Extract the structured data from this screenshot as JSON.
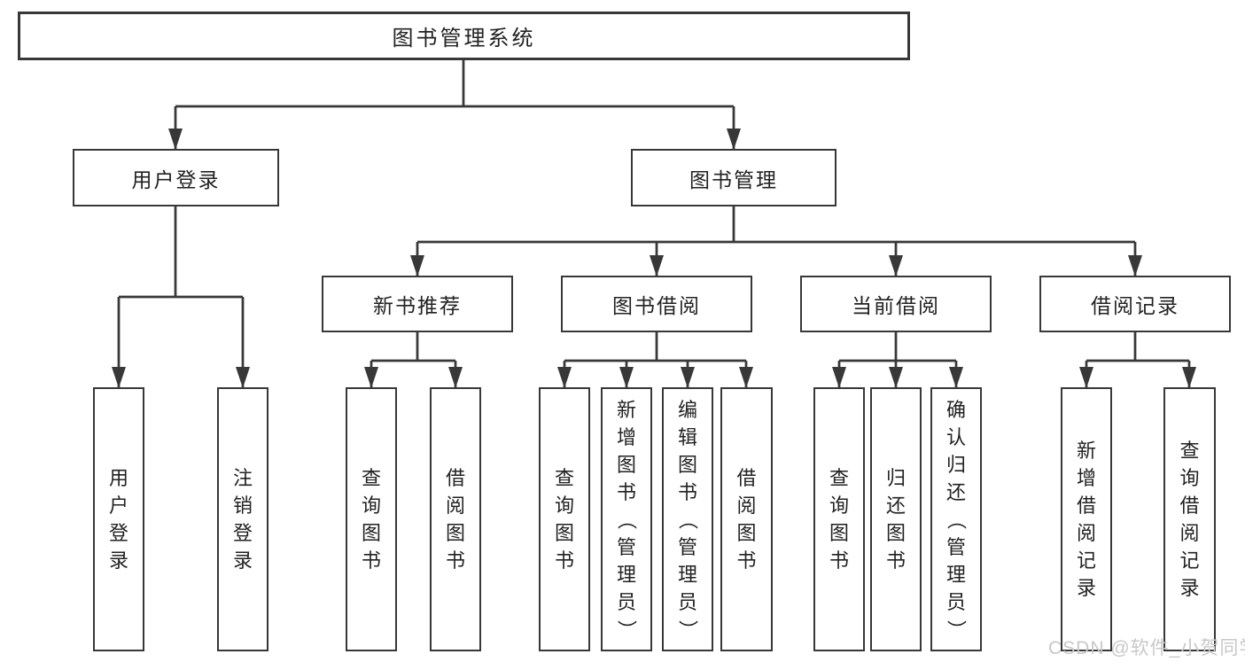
{
  "colors": {
    "line": "#383838",
    "text": "#222222",
    "background": "#ffffff",
    "watermark_text_color": "#c8c8c8"
  },
  "diagram": {
    "root": "图书管理系统",
    "level2": {
      "user_login": "用户登录",
      "book_management": "图书管理"
    },
    "level3": {
      "new_book_recommend": "新书推荐",
      "book_borrow": "图书借阅",
      "current_borrow": "当前借阅",
      "borrow_record": "借阅记录"
    },
    "leaves": {
      "user_login": [
        "用户登录",
        "注销登录"
      ],
      "new_book_recommend": [
        "查询图书",
        "借阅图书"
      ],
      "book_borrow": [
        "查询图书",
        "新增图书（管理员）",
        "编辑图书（管理员）",
        "借阅图书"
      ],
      "current_borrow": [
        "查询图书",
        "归还图书",
        "确认归还（管理员）"
      ],
      "borrow_record": [
        "新增借阅记录",
        "查询借阅记录"
      ]
    }
  },
  "watermark": "CSDN @软件_小贺同学"
}
